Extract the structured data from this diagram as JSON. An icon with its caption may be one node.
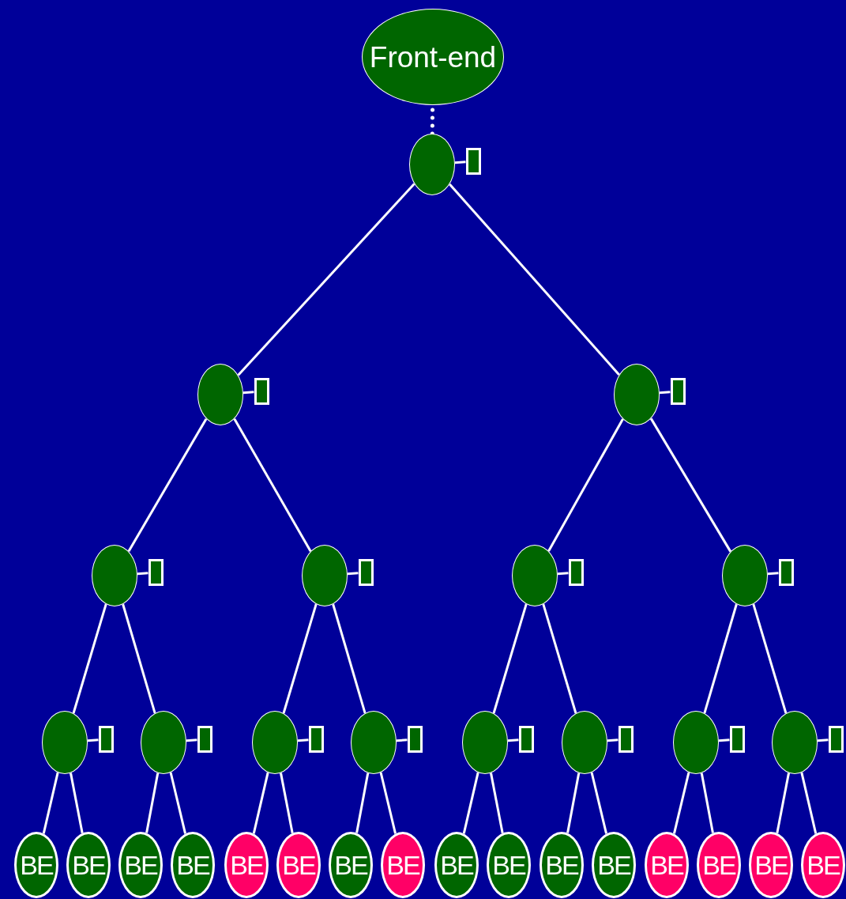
{
  "diagram": {
    "nodes": [
      {
        "text": [
          "Front-end"
        ]
      },
      {
        "text": [],
        "shape": "circle"
      },
      {
        "text": [],
        "shape": "box"
      },
      {
        "text": [],
        "shape": "circle"
      },
      {
        "text": [],
        "shape": "box"
      },
      {
        "text": [],
        "shape": "circle"
      },
      {
        "text": [],
        "shape": "box"
      },
      {
        "text": [],
        "shape": "circle"
      },
      {
        "text": [],
        "shape": "box"
      },
      {
        "text": [],
        "shape": "circle"
      },
      {
        "text": [],
        "shape": "box"
      },
      {
        "text": [],
        "shape": "circle"
      },
      {
        "text": [],
        "shape": "box"
      },
      {
        "text": [],
        "shape": "circle"
      },
      {
        "text": [],
        "shape": "box"
      },
      {
        "text": [],
        "shape": "circle"
      },
      {
        "text": [],
        "shape": "box"
      },
      {
        "text": [],
        "shape": "circle"
      },
      {
        "text": [],
        "shape": "box"
      },
      {
        "text": [],
        "shape": "circle"
      },
      {
        "text": [],
        "shape": "box"
      },
      {
        "text": [],
        "shape": "circle"
      },
      {
        "text": [],
        "shape": "box"
      },
      {
        "text": [],
        "shape": "circle"
      },
      {
        "text": [],
        "shape": "box"
      },
      {
        "text": [],
        "shape": "circle"
      },
      {
        "text": [],
        "shape": "box"
      },
      {
        "text": [],
        "shape": "circle"
      },
      {
        "text": [],
        "shape": "box"
      },
      {
        "text": [],
        "shape": "circle"
      },
      {
        "text": [],
        "shape": "box"
      },
      {
        "text": [
          "BE"
        ]
      },
      {
        "text": [
          "BE"
        ]
      },
      {
        "text": [
          "BE"
        ]
      },
      {
        "text": [
          "BE"
        ]
      },
      {
        "text": [
          "BE"
        ]
      },
      {
        "text": [
          "BE"
        ]
      },
      {
        "text": [
          "BE"
        ]
      },
      {
        "text": [
          "BE"
        ]
      },
      {
        "text": [
          "BE"
        ]
      },
      {
        "text": [
          "BE"
        ]
      },
      {
        "text": [
          "BE"
        ]
      },
      {
        "text": [
          "BE"
        ]
      },
      {
        "text": [
          "BE"
        ]
      },
      {
        "text": [
          "BE"
        ]
      },
      {
        "text": [
          "BE"
        ]
      },
      {
        "text": [
          "BE"
        ]
      }
    ],
    "edges": [
      {
        "from": 0,
        "to": 1,
        "arrow": "none",
        "style": "dashed"
      },
      {
        "from": 1,
        "to": 2,
        "arrow": "none"
      },
      {
        "from": 1,
        "to": 3,
        "arrow": "none"
      },
      {
        "from": 1,
        "to": 5,
        "arrow": "none"
      },
      {
        "from": 3,
        "to": 4,
        "arrow": "none"
      },
      {
        "from": 5,
        "to": 6,
        "arrow": "none"
      },
      {
        "from": 3,
        "to": 7,
        "arrow": "none"
      },
      {
        "from": 3,
        "to": 9,
        "arrow": "none"
      },
      {
        "from": 5,
        "to": 11,
        "arrow": "none"
      },
      {
        "from": 5,
        "to": 13,
        "arrow": "none"
      },
      {
        "from": 7,
        "to": 8,
        "arrow": "none"
      },
      {
        "from": 9,
        "to": 10,
        "arrow": "none"
      },
      {
        "from": 11,
        "to": 12,
        "arrow": "none"
      },
      {
        "from": 13,
        "to": 14,
        "arrow": "none"
      },
      {
        "from": 7,
        "to": 15,
        "arrow": "none"
      },
      {
        "from": 7,
        "to": 17,
        "arrow": "none"
      },
      {
        "from": 9,
        "to": 19,
        "arrow": "none"
      },
      {
        "from": 9,
        "to": 21,
        "arrow": "none"
      },
      {
        "from": 11,
        "to": 23,
        "arrow": "none"
      },
      {
        "from": 11,
        "to": 25,
        "arrow": "none"
      },
      {
        "from": 13,
        "to": 27,
        "arrow": "none"
      },
      {
        "from": 13,
        "to": 29,
        "arrow": "none"
      },
      {
        "from": 15,
        "to": 16,
        "arrow": "none"
      },
      {
        "from": 17,
        "to": 18,
        "arrow": "none"
      },
      {
        "from": 19,
        "to": 20,
        "arrow": "none"
      },
      {
        "from": 21,
        "to": 22,
        "arrow": "none"
      },
      {
        "from": 23,
        "to": 24,
        "arrow": "none"
      },
      {
        "from": 25,
        "to": 26,
        "arrow": "none"
      },
      {
        "from": 27,
        "to": 28,
        "arrow": "none"
      },
      {
        "from": 29,
        "to": 30,
        "arrow": "none"
      },
      {
        "from": 15,
        "to": 31,
        "arrow": "none"
      },
      {
        "from": 15,
        "to": 32,
        "arrow": "none"
      },
      {
        "from": 17,
        "to": 33,
        "arrow": "none"
      },
      {
        "from": 17,
        "to": 34,
        "arrow": "none"
      },
      {
        "from": 19,
        "to": 35,
        "arrow": "none"
      },
      {
        "from": 19,
        "to": 36,
        "arrow": "none"
      },
      {
        "from": 21,
        "to": 37,
        "arrow": "none"
      },
      {
        "from": 21,
        "to": 38,
        "arrow": "none"
      },
      {
        "from": 23,
        "to": 39,
        "arrow": "none"
      },
      {
        "from": 23,
        "to": 40,
        "arrow": "none"
      },
      {
        "from": 25,
        "to": 41,
        "arrow": "none"
      },
      {
        "from": 25,
        "to": 42,
        "arrow": "none"
      },
      {
        "from": 27,
        "to": 43,
        "arrow": "none"
      },
      {
        "from": 27,
        "to": 44,
        "arrow": "none"
      },
      {
        "from": 29,
        "to": 45,
        "arrow": "none"
      },
      {
        "from": 29,
        "to": 46,
        "arrow": "none"
      }
    ]
  }
}
